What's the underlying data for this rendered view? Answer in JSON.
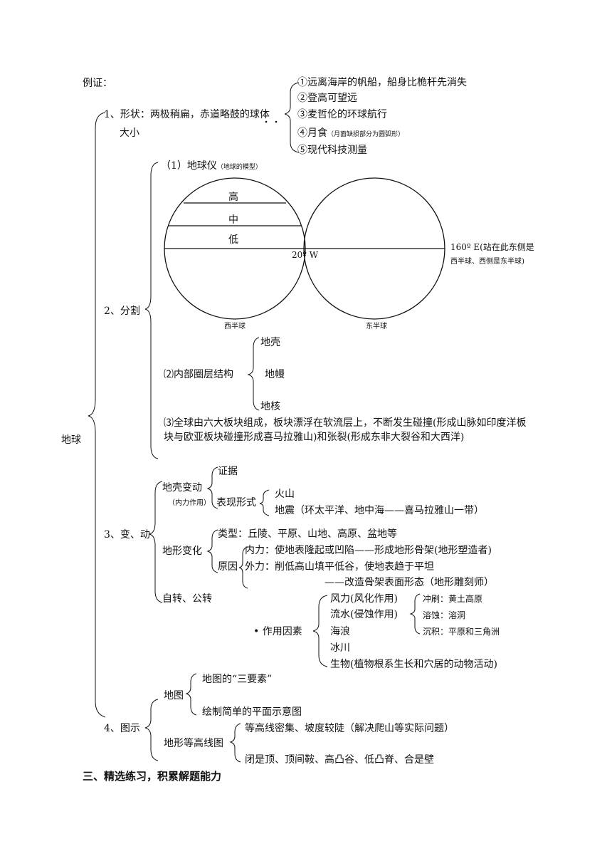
{
  "example_label": "例证：",
  "shape": {
    "title": "1、形状：两极稍扁，赤道略鼓的球体",
    "size": "大小",
    "evidence": [
      "①远离海岸的帆船，船身比桅杆先消失",
      "②登高可望远",
      "③麦哲伦的环球航行",
      "④月食",
      "⑤现代科技测量"
    ],
    "eclipse_note": "（月面缺损部分为圆弧形）"
  },
  "root": "地球",
  "division": {
    "title": "2、分割",
    "globe_label": "（1）地球仪",
    "globe_note": "（地球的模型）",
    "lat_labels": [
      "高",
      "中",
      "低"
    ],
    "meridian_w": "20º W",
    "meridian_e": "160º E(站在此东侧是",
    "meridian_e2": "西半球、西侧是东半球)",
    "west_label": "西半球",
    "east_label": "东半球",
    "inner_title": "⑵内部圈层结构",
    "inner_layers": [
      "地壳",
      "地幔",
      "地核"
    ],
    "plates_text": "⑶全球由六大板块组成，板块漂浮在软流层上，不断发生碰撞(形成山脉如印度洋板块与欧亚板块碰撞形成喜马拉雅山)和张裂(形成东非大裂谷和大西洋)"
  },
  "change": {
    "title": "3、变、动",
    "crust": "地壳变动",
    "crust_note": "（内力作用）",
    "evidence": "证据",
    "forms": "表现形式",
    "volcano": "火山",
    "quake": "地震（环太平洋、地中海——喜马拉雅山一带）",
    "landform": "地形变化",
    "types": "类型：丘陵、平原、山地、高原、盆地等",
    "cause": "原因",
    "internal": "内力：使地表隆起或凹陷——形成地形骨架(地形塑造者)",
    "external": "外力：削低高山填平低谷，使地表趋于平坦",
    "external2": "——改造骨架表面形态（地形雕刻师）",
    "rotation": "自转、公转",
    "factors": "• 作用因素",
    "factor_list": [
      "风力(风化作用)",
      "流水(侵蚀作用)",
      "海浪",
      "冰川",
      "生物(植物根系生长和穴居的动物活动)"
    ],
    "water_effects": [
      "冲刷：黄土高原",
      "溶蚀：溶洞",
      "沉积：平原和三角洲"
    ]
  },
  "maps": {
    "title": "4、图示",
    "map": "地图",
    "map_items": [
      "地图的“三要素”",
      "绘制简单的平面示意图"
    ],
    "contour": "地形等高线图",
    "contour_items": [
      "等高线密集、坡度较陡（解决爬山等实际问题）",
      "闭是顶、顶间鞍、高凸谷、低凸脊、合是壁"
    ]
  },
  "section_heading": "三、精选练习，积累解题能力"
}
